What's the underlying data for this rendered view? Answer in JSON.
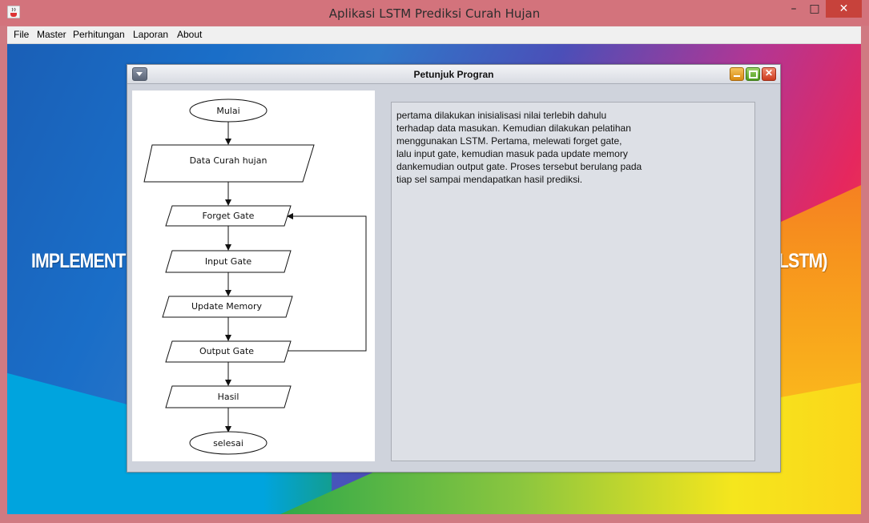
{
  "window": {
    "title": "Aplikasi LSTM Prediksi Curah Hujan",
    "minimize": "–",
    "maximize": "□",
    "close": "✕"
  },
  "menu": [
    "File",
    "Master",
    "Perhitungan",
    "Laporan",
    "About"
  ],
  "background": {
    "title_left": "IMPLEMENT",
    "title_right": "LSTM)"
  },
  "dialog": {
    "title": "Petunjuk Progran",
    "flowchart": {
      "start": "Mulai",
      "input": "Data Curah hujan",
      "steps": [
        "Forget Gate",
        "Input Gate",
        "Update Memory",
        "Output Gate",
        "Hasil"
      ],
      "end": "selesai"
    },
    "description": "pertama dilakukan inisialisasi nilai terlebih dahulu\nterhadap data masukan. Kemudian dilakukan pelatihan\nmenggunakan LSTM. Pertama, melewati forget gate,\nlalu input gate, kemudian masuk pada update memory\ndankemudian output gate. Proses tersebut berulang pada\ntiap sel sampai mendapatkan hasil prediksi."
  }
}
